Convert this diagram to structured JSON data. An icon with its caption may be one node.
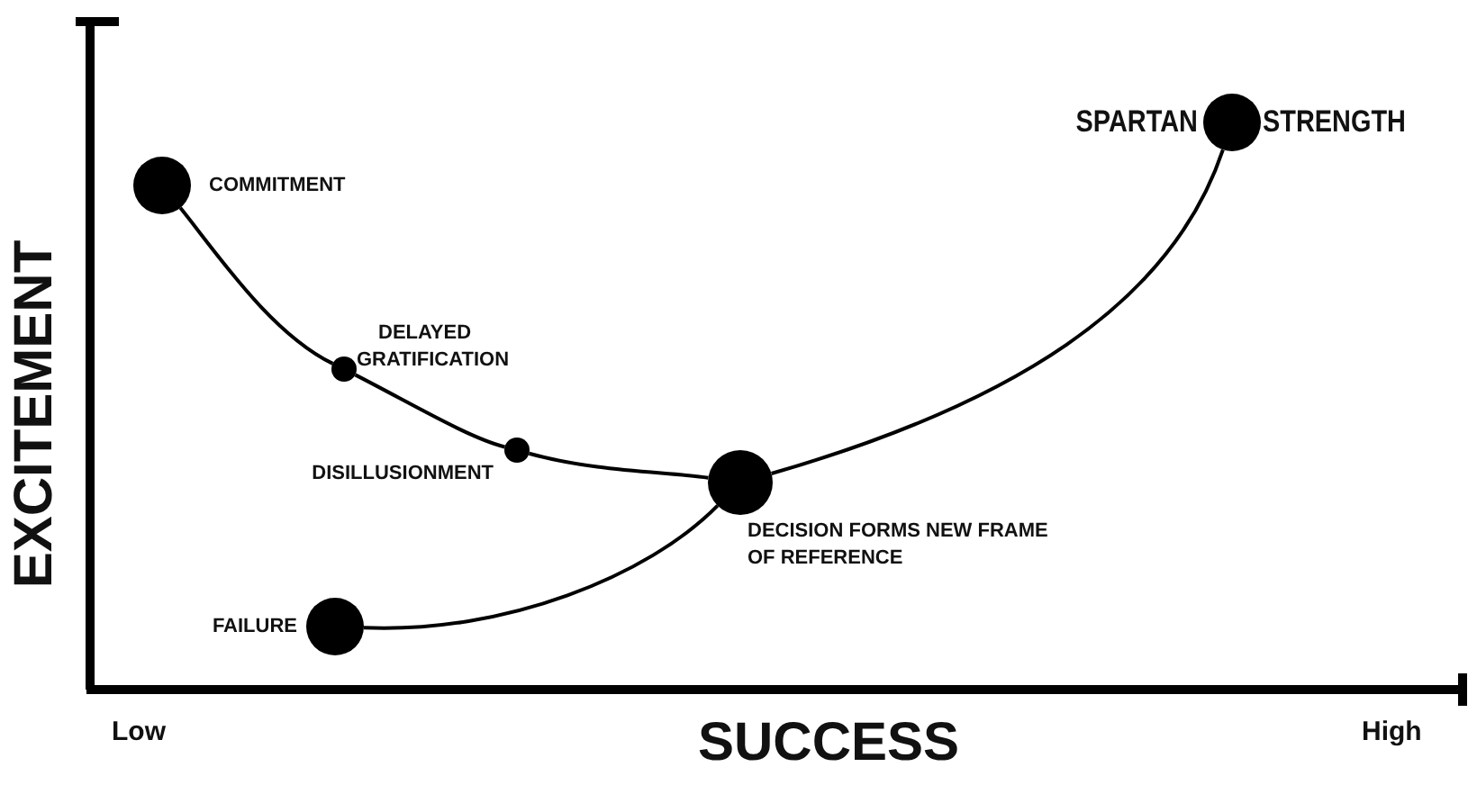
{
  "diagram": {
    "nodes": [
      {
        "text": [
          "SPARTAN",
          "STRENGTH"
        ]
      },
      {
        "text": [
          "COMMITMENT"
        ]
      },
      {
        "text": [
          "DELAYED GRATIFICATION"
        ]
      },
      {
        "text": [
          "DISILLUSIONMENT"
        ]
      },
      {
        "text": [
          "DECISION FORMS NEW FRAME OF REFERENCE"
        ]
      },
      {
        "text": [
          "FAILURE"
        ]
      }
    ],
    "edges": [
      {
        "from": 1,
        "to": 2,
        "arrow": "none"
      },
      {
        "from": 2,
        "to": 3,
        "arrow": "none"
      },
      {
        "from": 3,
        "to": 4,
        "arrow": "none"
      },
      {
        "from": 5,
        "to": 4,
        "arrow": "none"
      },
      {
        "from": 4,
        "to": 0,
        "arrow": "none"
      }
    ],
    "labels": [
      "EXCITEMENT",
      "Low",
      "SUCCESS",
      "High"
    ]
  }
}
